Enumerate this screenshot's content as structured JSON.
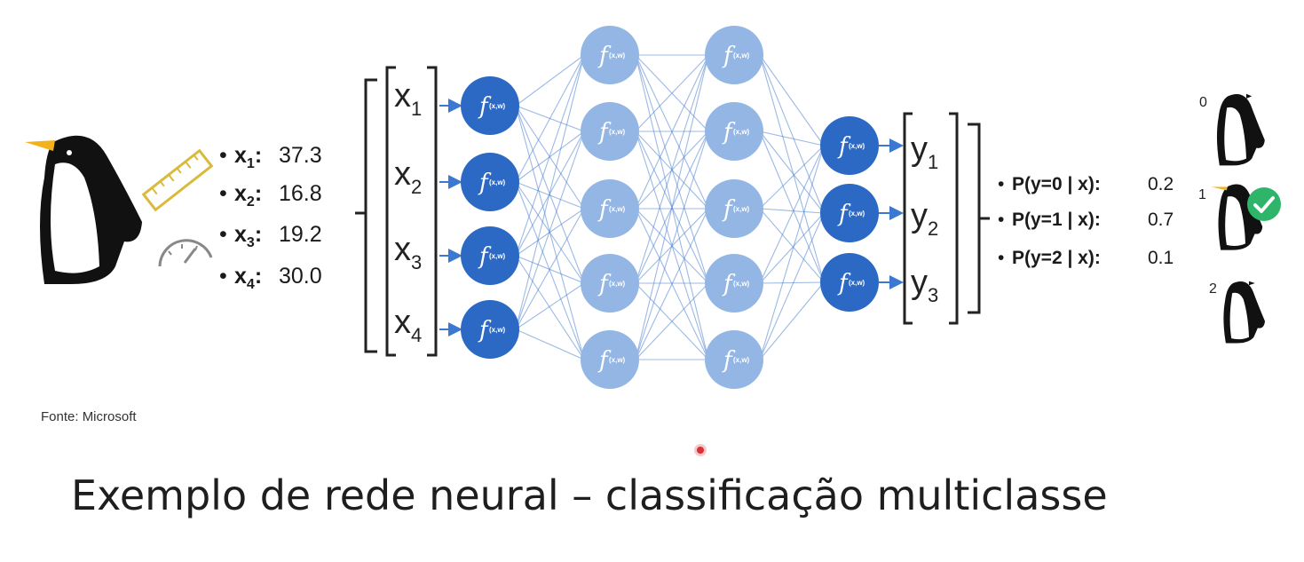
{
  "features": [
    {
      "var": "x",
      "sub": "1",
      "value": "37.3"
    },
    {
      "var": "x",
      "sub": "2",
      "value": "16.8"
    },
    {
      "var": "x",
      "sub": "3",
      "value": "19.2"
    },
    {
      "var": "x",
      "sub": "4",
      "value": "30.0"
    }
  ],
  "input_vector": [
    {
      "var": "x",
      "sub": "1"
    },
    {
      "var": "x",
      "sub": "2"
    },
    {
      "var": "x",
      "sub": "3"
    },
    {
      "var": "x",
      "sub": "4"
    }
  ],
  "output_vector": [
    {
      "var": "y",
      "sub": "1"
    },
    {
      "var": "y",
      "sub": "2"
    },
    {
      "var": "y",
      "sub": "3"
    }
  ],
  "node_function": {
    "glyph": "f",
    "arg": "(x,w)"
  },
  "probabilities": [
    {
      "label": "P(y=0 | x):",
      "value": "0.2"
    },
    {
      "label": "P(y=1 | x):",
      "value": "0.7"
    },
    {
      "label": "P(y=2 | x):",
      "value": "0.1"
    }
  ],
  "classes": [
    {
      "id": "0",
      "selected": false
    },
    {
      "id": "1",
      "selected": true
    },
    {
      "id": "2",
      "selected": false
    }
  ],
  "source": "Fonte: Microsoft",
  "title": "Exemplo de rede neural – classificação multiclasse",
  "colors": {
    "node_dark": "#2b69c4",
    "node_light": "#93b6e4",
    "edge": "#4a7fcf",
    "check": "#2fb56a",
    "beak": "#f2b21c",
    "ruler": "#d9ba3a",
    "pointer": "#d9303a"
  }
}
